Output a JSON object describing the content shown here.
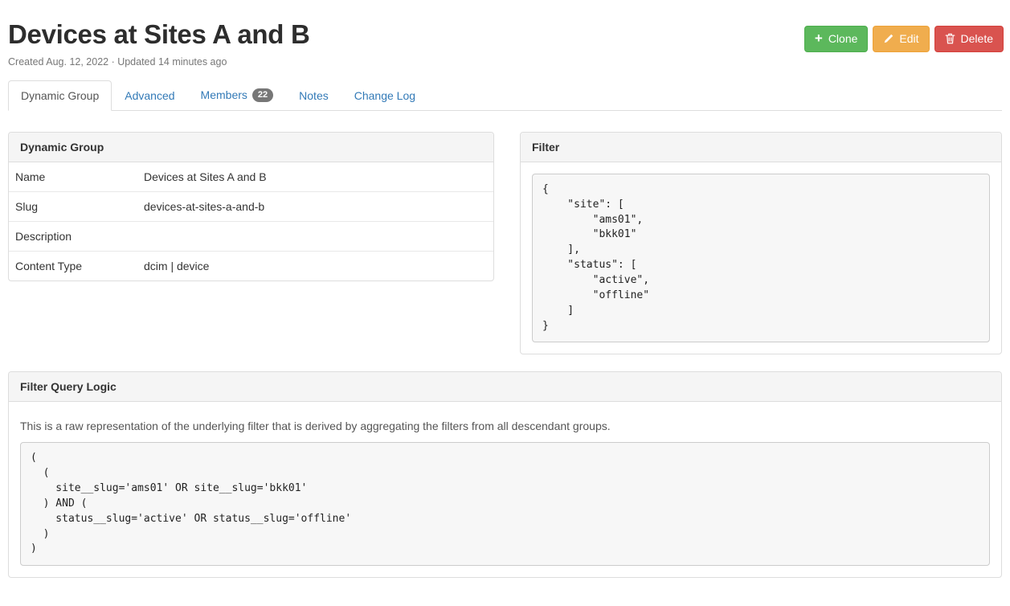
{
  "page": {
    "title": "Devices at Sites A and B",
    "meta": "Created Aug. 12, 2022 · Updated 14 minutes ago"
  },
  "actions": {
    "clone_label": "Clone",
    "edit_label": "Edit",
    "delete_label": "Delete",
    "icons": {
      "clone": "plus-icon",
      "edit": "pencil-icon",
      "delete": "trash-icon"
    }
  },
  "colors": {
    "clone_green": "#5cb85c",
    "edit_orange": "#f0ad4e",
    "delete_red": "#d9534f",
    "link_blue": "#337ab7",
    "badge_gray": "#777777",
    "panel_header_gray": "#f5f5f5",
    "code_bg": "#f7f7f7"
  },
  "tabs": [
    {
      "label": "Dynamic Group",
      "active": true
    },
    {
      "label": "Advanced",
      "active": false
    },
    {
      "label": "Members",
      "badge": "22",
      "active": false
    },
    {
      "label": "Notes",
      "active": false
    },
    {
      "label": "Change Log",
      "active": false
    }
  ],
  "dynamic_group_panel": {
    "title": "Dynamic Group",
    "rows": [
      {
        "label": "Name",
        "value": "Devices at Sites A and B"
      },
      {
        "label": "Slug",
        "value": "devices-at-sites-a-and-b"
      },
      {
        "label": "Description",
        "value": ""
      },
      {
        "label": "Content Type",
        "value": "dcim | device"
      }
    ]
  },
  "filter_panel": {
    "title": "Filter",
    "code": "{\n    \"site\": [\n        \"ams01\",\n        \"bkk01\"\n    ],\n    \"status\": [\n        \"active\",\n        \"offline\"\n    ]\n}"
  },
  "filter_query_logic_panel": {
    "title": "Filter Query Logic",
    "description": "This is a raw representation of the underlying filter that is derived by aggregating the filters from all descendant groups.",
    "code": "(\n  (\n    site__slug='ams01' OR site__slug='bkk01'\n  ) AND (\n    status__slug='active' OR status__slug='offline'\n  )\n)"
  }
}
